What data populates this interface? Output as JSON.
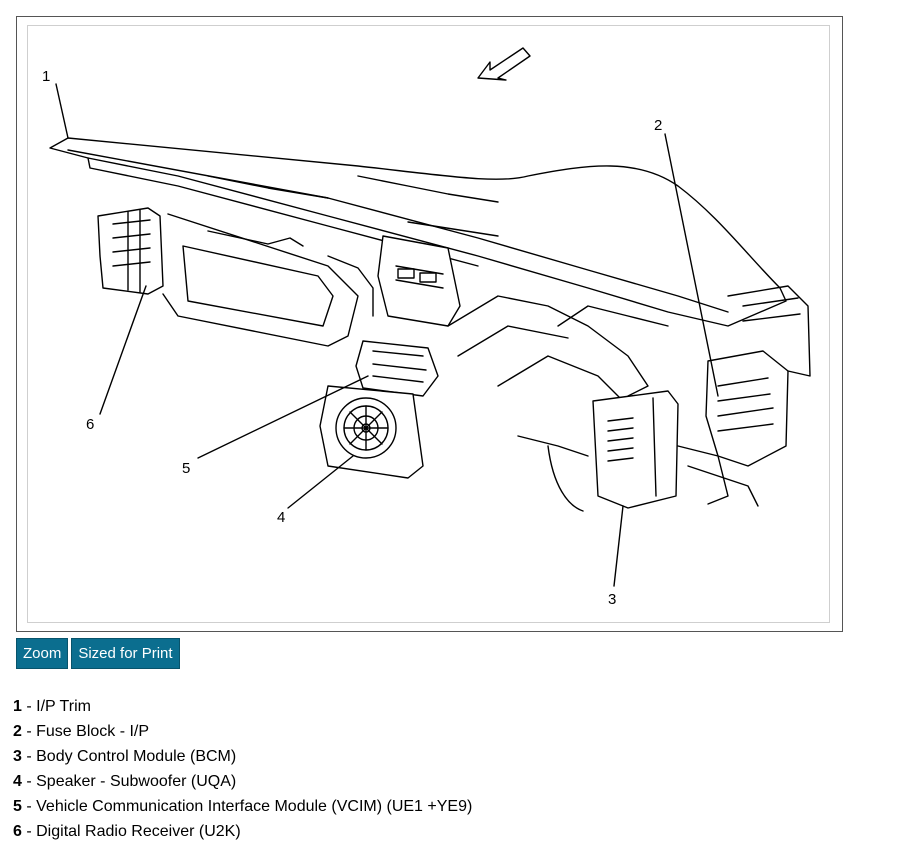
{
  "diagram": {
    "callouts": [
      "1",
      "2",
      "3",
      "4",
      "5",
      "6"
    ]
  },
  "buttons": {
    "zoom_label": "Zoom",
    "print_label": "Sized for Print"
  },
  "legend": [
    {
      "num": "1",
      "text": " - I/P Trim"
    },
    {
      "num": "2",
      "text": " - Fuse Block - I/P"
    },
    {
      "num": "3",
      "text": " - Body Control Module (BCM)"
    },
    {
      "num": "4",
      "text": " - Speaker - Subwoofer (UQA)"
    },
    {
      "num": "5",
      "text": " - Vehicle Communication Interface Module (VCIM) (UE1 +YE9)"
    },
    {
      "num": "6",
      "text": " - Digital Radio Receiver (U2K)"
    }
  ]
}
